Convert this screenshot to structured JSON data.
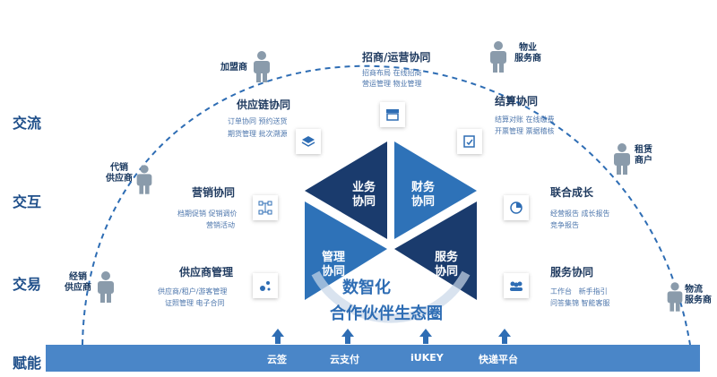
{
  "side_labels": [
    "交流",
    "交互",
    "交易",
    "赋能"
  ],
  "roles": {
    "jiameng": "加盟商",
    "daixiao": "代销\n供应商",
    "jingxiao": "经销\n供应商",
    "wuye": "物业\n服务商",
    "zulin": "租赁\n商户",
    "wuliu": "物流\n服务商"
  },
  "modules": {
    "supply_chain": {
      "title": "供应链协同",
      "desc1": "订单协同 预约送货",
      "desc2": "期货管理 批次溯源"
    },
    "marketing": {
      "title": "营销协同",
      "desc1": "档期促销 促销调价",
      "desc2": "营销活动"
    },
    "supplier_mgmt": {
      "title": "供应商管理",
      "desc1": "供应商/租户/游客管理",
      "desc2": "证照管理 电子合同"
    },
    "recruit": {
      "title": "招商/运营协同",
      "desc1": "招商布局 在线招商",
      "desc2": "营运管理 物业管理"
    },
    "settlement": {
      "title": "结算协同",
      "desc1": "结算对账 在线缴费",
      "desc2": "开票管理 票据稽核"
    },
    "growth": {
      "title": "联合成长",
      "desc1": "经营报告 成长报告",
      "desc2": "竞争报告"
    },
    "service": {
      "title": "服务协同",
      "desc1": "工作台   新手指引",
      "desc2": "问答集锦 智能客服"
    }
  },
  "hexagon": {
    "business": "业务\n协同",
    "finance": "财务\n协同",
    "management": "管理\n协同",
    "service": "服务\n协同"
  },
  "ecosystem": {
    "line1": "数智化",
    "line2": "合作伙伴生态圈"
  },
  "enablers": [
    "云签",
    "云支付",
    "iUKEY",
    "快递平台"
  ],
  "colors": {
    "primary": "#2e6db4",
    "dark": "#1f3a5f",
    "bar": "#4a86c8",
    "person": "#8a9bab"
  }
}
